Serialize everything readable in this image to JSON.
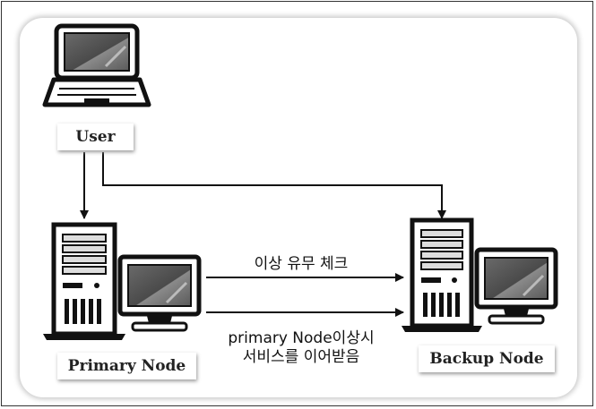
{
  "nodes": {
    "user": {
      "label": "User"
    },
    "primary": {
      "label": "Primary Node"
    },
    "backup": {
      "label": "Backup Node"
    }
  },
  "edges": {
    "check": {
      "label": "이상 유무 체크"
    },
    "failover": {
      "line1": "primary Node이상시",
      "line2": "서비스를 이어받음"
    }
  }
}
